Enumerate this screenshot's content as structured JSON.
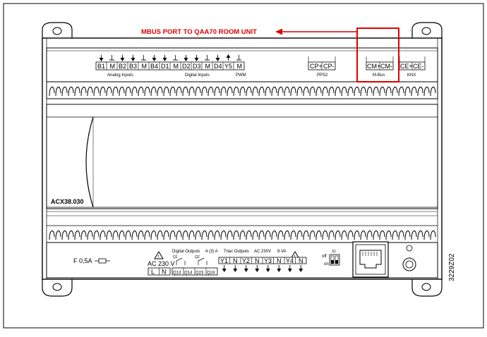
{
  "annotation": {
    "text": "MBUS PORT TO QAA70 ROOM UNIT",
    "color": "#e00000"
  },
  "model": "ACX38.030",
  "doc_number": "3229Z02",
  "top": {
    "terminals": [
      "B1",
      "M",
      "B2",
      "B3",
      "M",
      "B4",
      "D1",
      "M",
      "D2",
      "D3",
      "M",
      "D4",
      "Y5",
      "M"
    ],
    "group_labels": {
      "analog": "Analog Inputs",
      "digital": "Digital Inputs",
      "pwm": "PWM"
    },
    "pps2": {
      "terminals": [
        "CP+",
        "CP-"
      ],
      "label": "PPS2"
    },
    "mbus": {
      "terminals": [
        "CM+",
        "CM-"
      ],
      "label": "M-Bus"
    },
    "knx": {
      "terminals": [
        "CE+",
        "CE-"
      ],
      "label": "KNX"
    }
  },
  "bottom": {
    "fuse": "F 0,5A",
    "power": {
      "label": "AC 230 V",
      "terminals": [
        "L",
        "N"
      ]
    },
    "digital_outputs": {
      "label": "Digital Outputs",
      "rating": "4 (3) A",
      "q1": "Q1",
      "q2": "Q2",
      "terminals": [
        "Q13",
        "Q14",
        "Q23",
        "Q24"
      ]
    },
    "triac": {
      "label": "Triac Outputs",
      "voltage": "AC 230V",
      "va": "8 VA",
      "terminals": [
        "Y1",
        "N",
        "Y2",
        "N",
        "Y3",
        "N",
        "Y4",
        "N"
      ]
    },
    "switch": {
      "label": "S1",
      "off": "off",
      "on": "on"
    }
  }
}
